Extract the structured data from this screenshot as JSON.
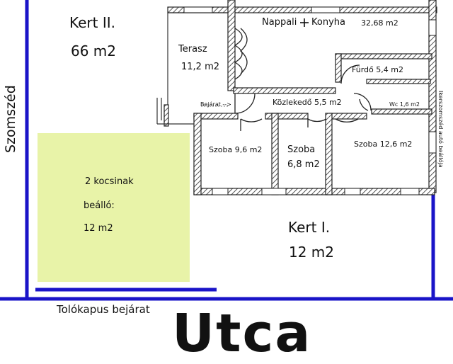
{
  "colors": {
    "boundary": "#1a14c8",
    "wall": "#2a2a2a",
    "wall_hatch": "#9a9a9a",
    "parking_fill": "#e8f3a8",
    "label": "#111111"
  },
  "labels": {
    "kert2_name": "Kert II.",
    "kert2_area": "66  m2",
    "neighbor_left": "Szomszéd",
    "terrace_name": "Terasz",
    "terrace_area": "11,2  m2",
    "living_room": "Nappali + Konyha",
    "living_room_area": "32,68  m2",
    "bathroom": "Fürdő  5,4  m2",
    "hallway": "Közlekedő  5,5  m2",
    "wc": "Wc  1,6  m2",
    "entrance": "Bejárat -->",
    "room1": "Szoba  9,6  m2",
    "room2_name": "Szoba",
    "room2_area": "6,8  m2",
    "room3": "Szoba  12,6  m2",
    "parking_line1": "2  kocsinak",
    "parking_line2": "beálló:",
    "parking_line3": "12  m2",
    "kert1_name": "Kert  I.",
    "kert1_area": "12  m2",
    "neighbor_right": "Ikerszomszéd  autó  beállója",
    "sliding_gate": "Tolókapus  bejárat",
    "street": "Utca"
  },
  "icons": [
    "door-swing-icon",
    "window-icon",
    "wall-hatch-icon"
  ]
}
